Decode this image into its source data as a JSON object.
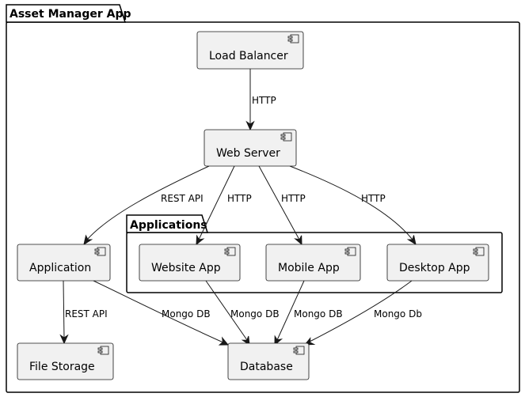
{
  "packages": {
    "outer": {
      "title": "Asset Manager App"
    },
    "applications": {
      "title": "Applications"
    }
  },
  "components": {
    "load_balancer": "Load Balancer",
    "web_server": "Web Server",
    "application": "Application",
    "website_app": "Website App",
    "mobile_app": "Mobile App",
    "desktop_app": "Desktop App",
    "file_storage": "File Storage",
    "database": "Database"
  },
  "edges": {
    "lb_to_ws": "HTTP",
    "ws_to_application": "REST API",
    "ws_to_website": "HTTP",
    "ws_to_mobile": "HTTP",
    "ws_to_desktop": "HTTP",
    "application_to_file_storage": "REST API",
    "application_to_database": "Mongo DB",
    "website_to_database": "Mongo DB",
    "mobile_to_database": "Mongo DB",
    "desktop_to_database": "Mongo Db"
  }
}
